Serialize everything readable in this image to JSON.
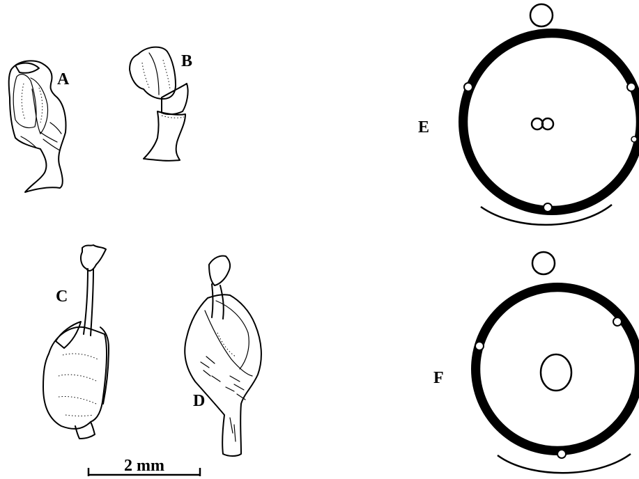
{
  "figure": {
    "labels": {
      "a": "A",
      "b": "B",
      "c": "C",
      "d": "D",
      "e": "E",
      "f": "F"
    },
    "scale_bar": {
      "text": "2 mm"
    }
  }
}
